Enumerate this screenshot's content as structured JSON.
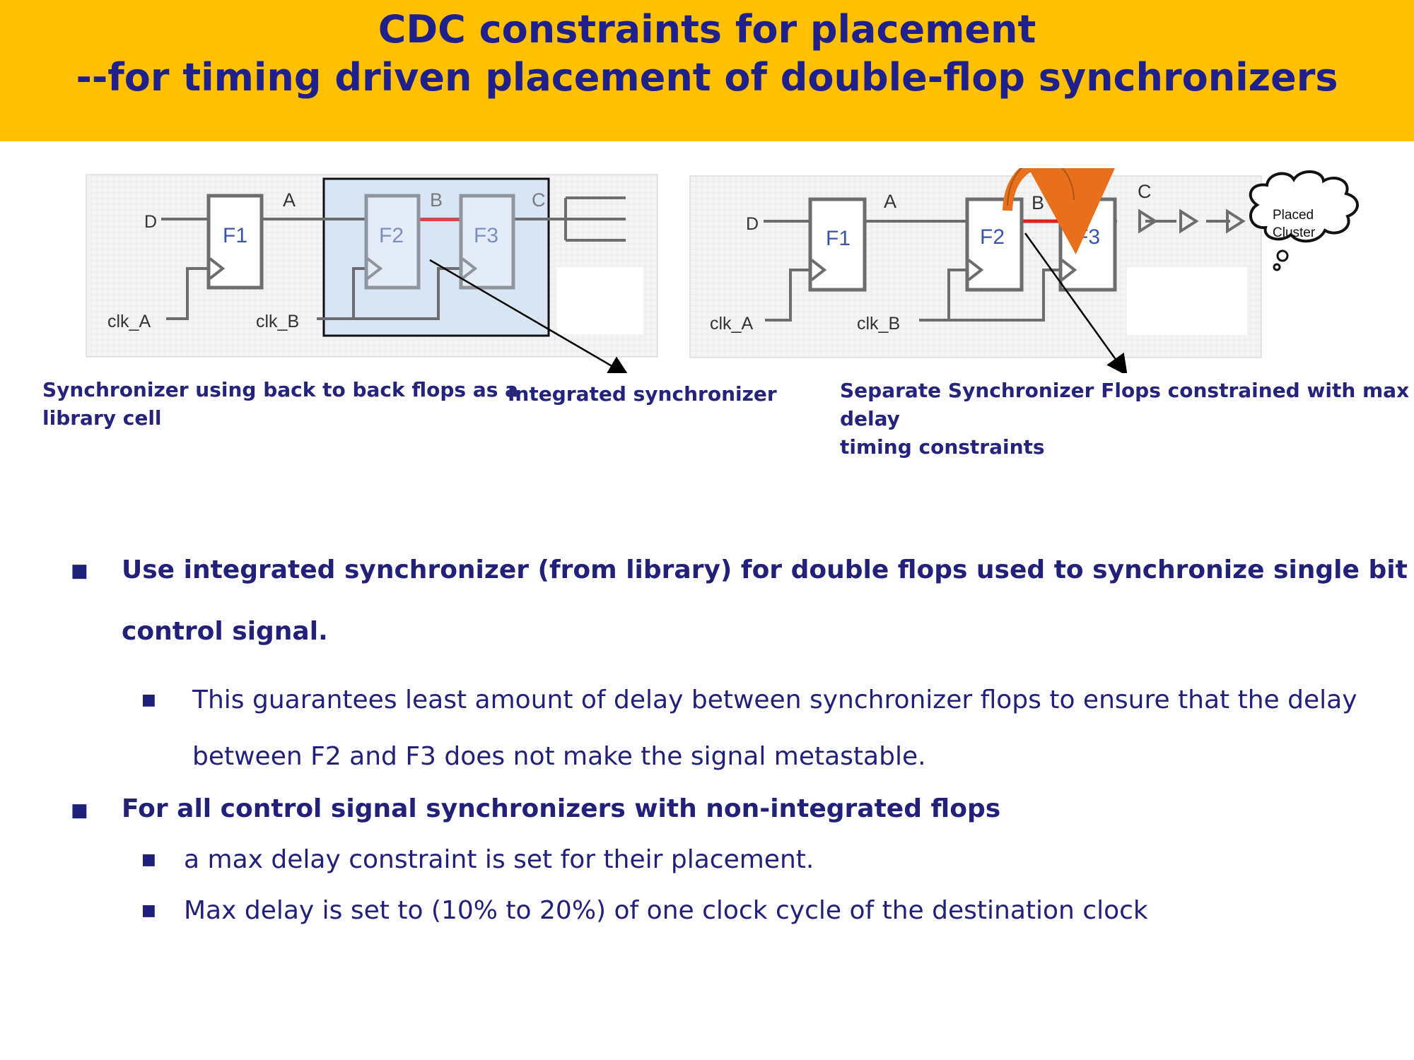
{
  "title": {
    "line1": "CDC constraints for placement",
    "line2": "--for timing driven placement of  double-flop synchronizers"
  },
  "left_diagram": {
    "ports": {
      "d": "D",
      "clk_a": "clk_A",
      "clk_b": "clk_B"
    },
    "nets": {
      "a": "A",
      "b": "B",
      "c": "C"
    },
    "flops": [
      "F1",
      "F2",
      "F3"
    ]
  },
  "right_diagram": {
    "ports": {
      "d": "D",
      "clk_a": "clk_A",
      "clk_b": "clk_B"
    },
    "nets": {
      "a": "A",
      "b": "B",
      "c": "C"
    },
    "flops": [
      "F1",
      "F2",
      "F3"
    ],
    "cloud_line1": "Placed",
    "cloud_line2": "Cluster"
  },
  "captions": {
    "left_line1": "Synchronizer using back to back flops as a",
    "left_line2": "library cell",
    "middle": "Integrated synchronizer",
    "right_line1": "Separate Synchronizer Flops  constrained with max delay",
    "right_line2": "timing constraints"
  },
  "bullets": [
    {
      "line1": "Use  integrated  synchronizer (from library)  for double flops  used to synchronize single  bit",
      "line2": "control signal.",
      "subs": [
        {
          "line1": "This guarantees least amount of delay between synchronizer flops to ensure that the delay",
          "line2": "between F2 and F3 does not make the signal metastable."
        }
      ]
    },
    {
      "line1": "For  all control signal synchronizers with non-integrated flops",
      "subs": [
        {
          "line1": "a max delay constraint is set for their placement."
        },
        {
          "line1": "Max delay is set to  (10% to 20%) of  one clock cycle of  the destination clock"
        }
      ]
    }
  ],
  "colors": {
    "header_bg": "#fec000",
    "title_text": "#20208a",
    "body_text": "#1f1f7a",
    "wire": "#6d6d6d",
    "highlight_box": "#cfe0f5",
    "critical_net": "#e8403a",
    "arrow_orange": "#e8701c"
  }
}
